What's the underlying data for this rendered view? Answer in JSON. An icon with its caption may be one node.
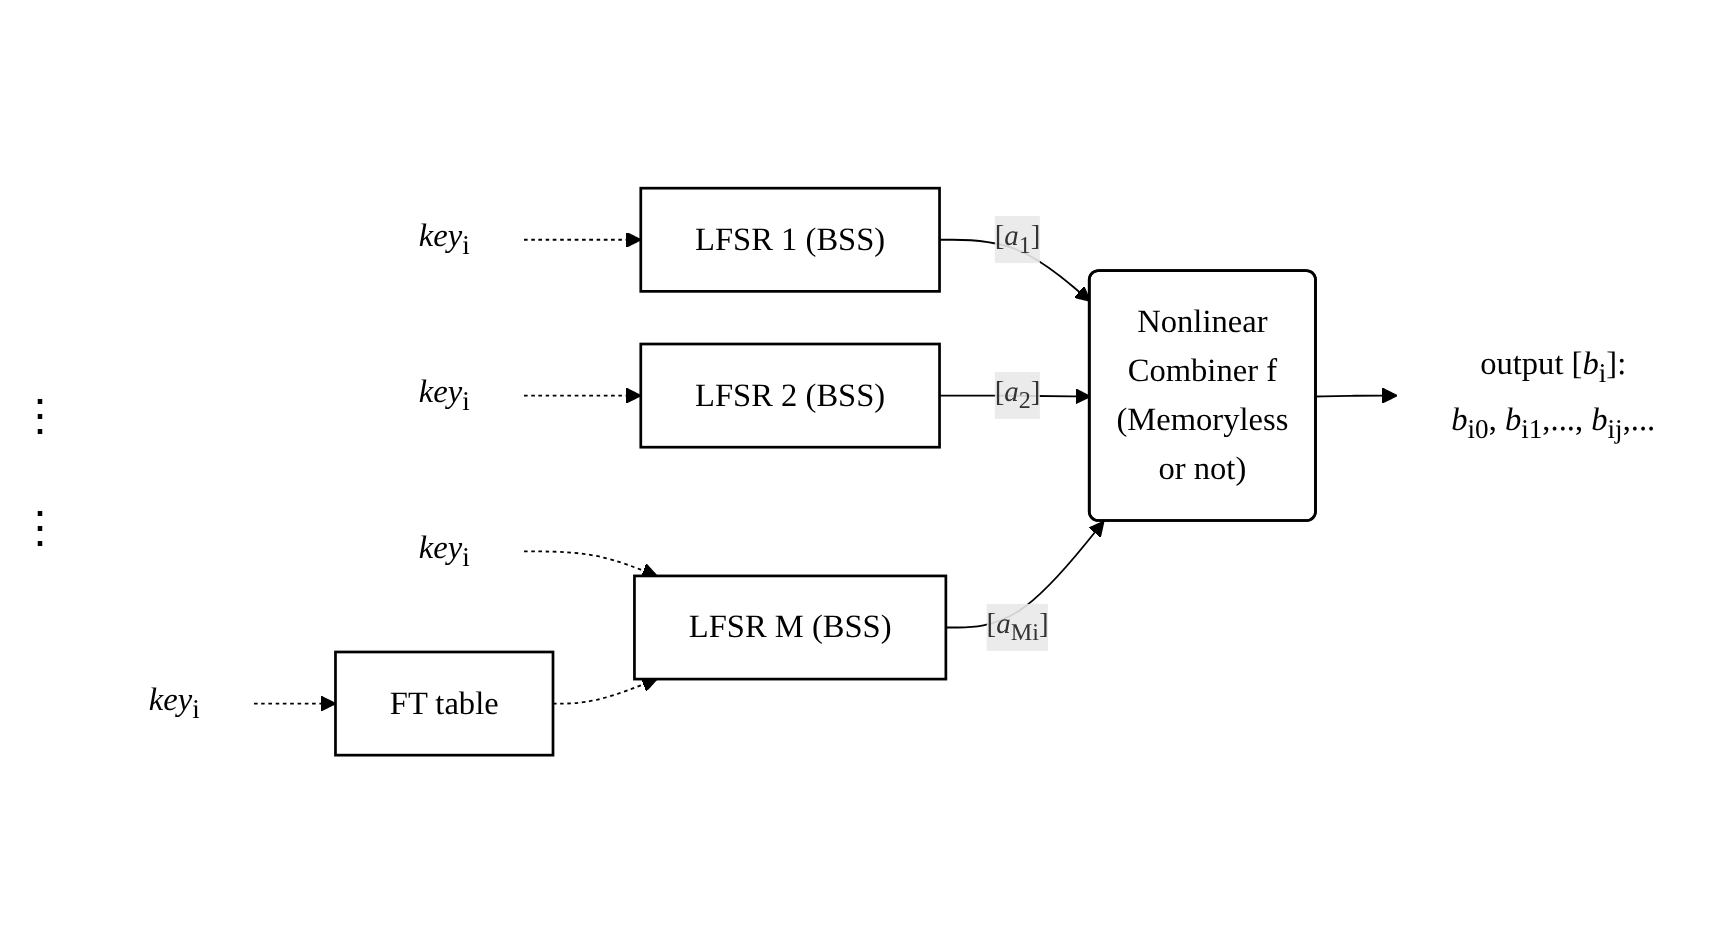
{
  "diagram": {
    "nodes": [
      {
        "text": [
          "*key*$_{i}$"
        ]
      },
      {
        "text": [
          "LFSR 1 (BSS)"
        ]
      },
      {
        "text": [
          "*key*$_{i}$"
        ]
      },
      {
        "text": [
          "LFSR 2 (BSS)"
        ]
      },
      {
        "text": [
          "*key*$_{i}$"
        ]
      },
      {
        "text": [
          "FT table"
        ]
      },
      {
        "text": [
          "*key*$_{i}$"
        ]
      },
      {
        "text": [
          "LFSR M (BSS)"
        ]
      },
      {
        "text": [
          "Nonlinear Combiner f (Memoryless or not)"
        ]
      },
      {
        "text": [
          "output [*b*$_{i}$]:",
          "*b*$_{i0}$, *b*$_{i1}$,..., *b*$_{ij}$,..."
        ]
      }
    ],
    "edges": [
      {
        "from": 0,
        "to": 1,
        "arrow": "to",
        "style": "dashed"
      },
      {
        "from": 2,
        "to": 3,
        "arrow": "to",
        "style": "dashed"
      },
      {
        "from": 4,
        "to": 5,
        "arrow": "to",
        "style": "dashed"
      },
      {
        "from": 6,
        "to": 7,
        "arrow": "to",
        "style": "dashed"
      },
      {
        "from": 5,
        "to": 7,
        "arrow": "to",
        "style": "dashed"
      },
      {
        "from": 1,
        "to": 8,
        "arrow": "to",
        "label": "[*a*$_{1}$]"
      },
      {
        "from": 3,
        "to": 8,
        "arrow": "to",
        "label": "[*a*$_{2}$]"
      },
      {
        "from": 7,
        "to": 8,
        "arrow": "to",
        "label": "[*a*$_{Mi}$]"
      },
      {
        "from": 8,
        "to": 9,
        "arrow": "to"
      }
    ],
    "labels": [
      "⋮",
      "⋮"
    ]
  }
}
